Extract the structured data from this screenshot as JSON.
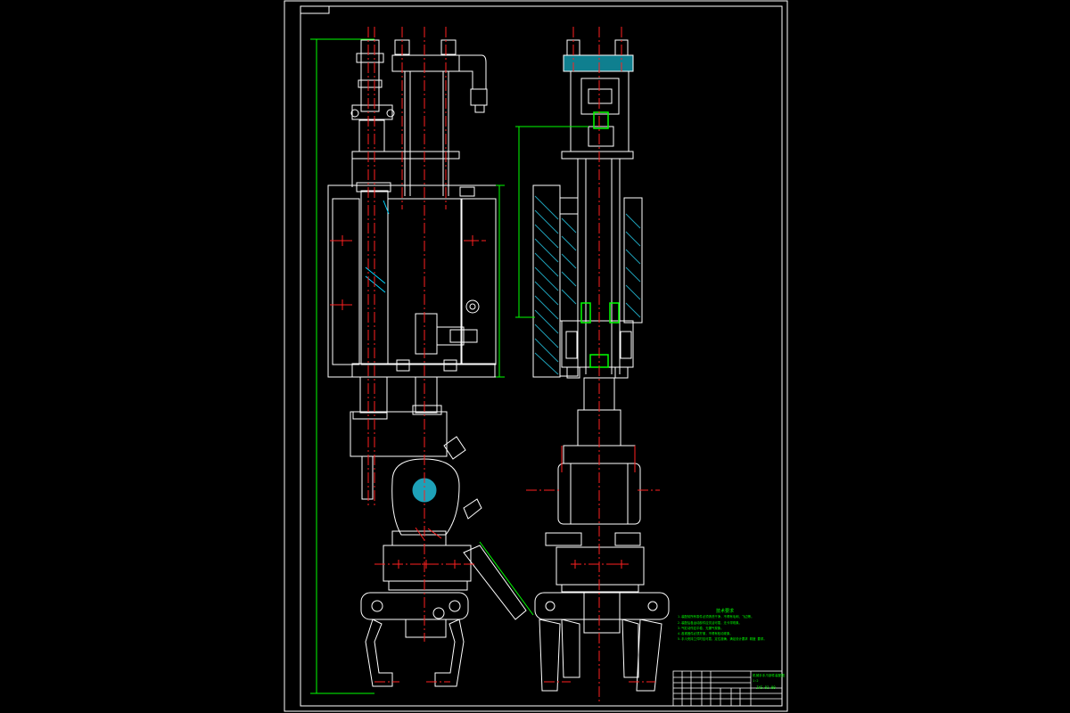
{
  "drawing": {
    "background": "#000000",
    "line_color": "#ffffff",
    "center_line_color": "#ff2020",
    "dimension_color": "#00ff00",
    "hatch_color": "#00e5ff",
    "notes_heading": "技术要求",
    "notes": [
      "1.装配前所有零件必须清洗干净，不得有毛刺、飞边等。",
      "2.装配后各运动部件应灵活可靠，无卡滞现象。",
      "3.气缸动作应平稳，无漏气现象。",
      "4.各紧固件必须拧紧，不得有松动现象。",
      "5.手爪夹持工件时应可靠，定位准确，满足设计要求 精度 要求。"
    ],
    "title_block": {
      "drawing_name": "机械手手爪部件装配图",
      "scale": "1:2",
      "drawing_no": "JXS-01-00"
    }
  }
}
